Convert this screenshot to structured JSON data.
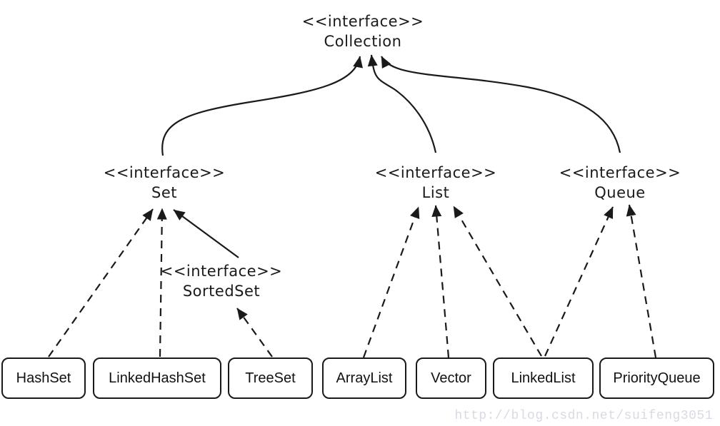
{
  "diagram": {
    "kind": "uml-class-diagram",
    "interfaces": [
      {
        "id": "collection",
        "stereotype": "<<interface>>",
        "name": "Collection"
      },
      {
        "id": "set",
        "stereotype": "<<interface>>",
        "name": "Set"
      },
      {
        "id": "list",
        "stereotype": "<<interface>>",
        "name": "List"
      },
      {
        "id": "queue",
        "stereotype": "<<interface>>",
        "name": "Queue"
      },
      {
        "id": "sortedset",
        "stereotype": "<<interface>>",
        "name": "SortedSet"
      }
    ],
    "classes": [
      {
        "id": "hashset",
        "name": "HashSet"
      },
      {
        "id": "linkedhashset",
        "name": "LinkedHashSet"
      },
      {
        "id": "treeset",
        "name": "TreeSet"
      },
      {
        "id": "arraylist",
        "name": "ArrayList"
      },
      {
        "id": "vector",
        "name": "Vector"
      },
      {
        "id": "linkedlist",
        "name": "LinkedList"
      },
      {
        "id": "priorityqueue",
        "name": "PriorityQueue"
      }
    ],
    "relationships": [
      {
        "from": "Set",
        "to": "Collection",
        "line": "solid"
      },
      {
        "from": "List",
        "to": "Collection",
        "line": "solid"
      },
      {
        "from": "Queue",
        "to": "Collection",
        "line": "solid"
      },
      {
        "from": "SortedSet",
        "to": "Set",
        "line": "solid"
      },
      {
        "from": "HashSet",
        "to": "Set",
        "line": "dashed"
      },
      {
        "from": "LinkedHashSet",
        "to": "Set",
        "line": "dashed"
      },
      {
        "from": "TreeSet",
        "to": "SortedSet",
        "line": "dashed"
      },
      {
        "from": "ArrayList",
        "to": "List",
        "line": "dashed"
      },
      {
        "from": "Vector",
        "to": "List",
        "line": "dashed"
      },
      {
        "from": "LinkedList",
        "to": "List",
        "line": "dashed"
      },
      {
        "from": "LinkedList",
        "to": "Queue",
        "line": "dashed"
      },
      {
        "from": "PriorityQueue",
        "to": "Queue",
        "line": "dashed"
      }
    ]
  },
  "watermark": {
    "text": "http://blog.csdn.net/suifeng3051"
  },
  "colors": {
    "background": "#ffffff",
    "line": "#1a1a1a",
    "box_border": "#1a1a1a",
    "text": "#111111",
    "watermark": "#d9dae3"
  }
}
